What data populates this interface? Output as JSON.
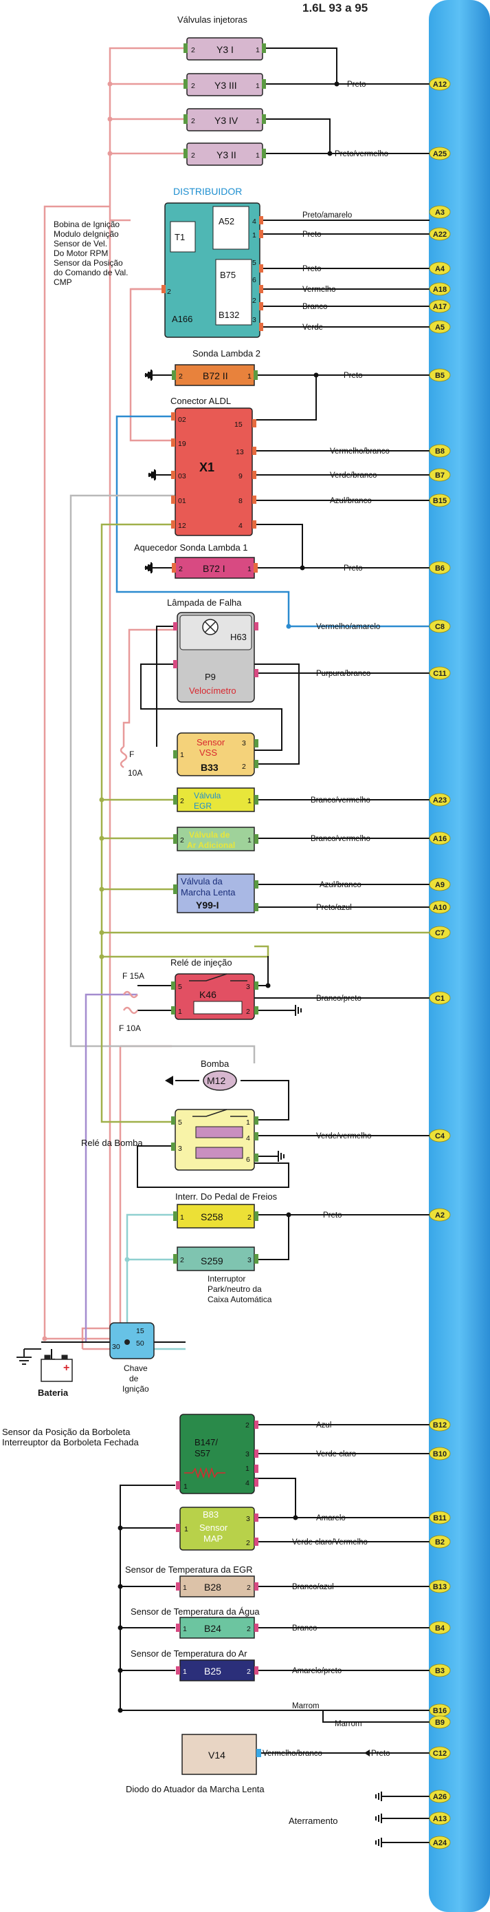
{
  "title": "1.6L 93 a 95",
  "valves": {
    "header": "Válvulas injetoras",
    "v1": "Y3 I",
    "v2": "Y3 III",
    "v3": "Y3 IV",
    "v4": "Y3 II",
    "pin_left": "2",
    "pin_right": "1",
    "wire_top": "Preto",
    "wire_bottom": "Preto/vermelho",
    "conn_top": "A12",
    "conn_bottom": "A25"
  },
  "distributor": {
    "header": "DISTRIBUIDOR",
    "side_label": [
      "Bobina de Ignição",
      "Modulo deIgnição",
      "Sensor de Vel.",
      "Do Motor RPM",
      "Sensor da Posição",
      "do Comando de Val.",
      "CMP"
    ],
    "t1": "T1",
    "a52": "A52",
    "b75": "B75",
    "b132": "B132",
    "a166": "A166",
    "p4": "4",
    "p1": "1",
    "p2": "2",
    "p5": "5",
    "p6": "6",
    "p3": "3",
    "wires": [
      "Preto/amarelo",
      "Preto",
      "Preto",
      "Vermelho",
      "Branco",
      "Verde"
    ],
    "conns": [
      "A3",
      "A22",
      "A4",
      "A18",
      "A17",
      "A5"
    ]
  },
  "lambda2": {
    "header": "Sonda Lambda 2",
    "id": "B72 II",
    "p2": "2",
    "p1": "1",
    "wire": "Preto",
    "conn": "B5"
  },
  "aldl": {
    "header": "Conector ALDL",
    "id": "X1",
    "pins_left": [
      "02",
      "19",
      "03",
      "01",
      "12"
    ],
    "pins_right": [
      "15",
      "13",
      "9",
      "8",
      "4"
    ],
    "wires": [
      "Vermelho/branco",
      "Verde/branco",
      "Azul/branco"
    ],
    "conns": [
      "B8",
      "B7",
      "B15"
    ]
  },
  "heater": {
    "header": "Aquecedor Sonda Lambda 1",
    "id": "B72 I",
    "p2": "2",
    "p1": "1",
    "wire": "Preto",
    "conn": "B6"
  },
  "lamp": {
    "header": "Lâmpada de Falha",
    "h63": "H63",
    "p9": "P9",
    "speedo": "Velocímetro",
    "wire": "Vermelho/amarelo",
    "conn": "C8"
  },
  "speedo_wire": {
    "wire": "Purpura/branco",
    "conn": "C11"
  },
  "fuse1": {
    "name": "F",
    "value": "10A"
  },
  "vss": {
    "line1": "Sensor",
    "line2": "VSS",
    "id": "B33",
    "p1": "1",
    "p3": "3",
    "p2": "2"
  },
  "egr": {
    "line1": "Válvula",
    "line2": "EGR",
    "p2": "2",
    "p1": "1",
    "wire": "Branco/vermelho",
    "conn": "A23"
  },
  "air": {
    "line1": "Válvula de",
    "line2": "Ar Adicional",
    "p2": "2",
    "p1": "1",
    "wire": "Branco/vermelho",
    "conn": "A16"
  },
  "idle": {
    "line1": "Válvula da",
    "line2": "Marcha Lenta",
    "id": "Y99-I",
    "wire1": "Azul/branco",
    "wire2": "Preto/azul",
    "conn1": "A9",
    "conn2": "A10"
  },
  "c7": "C7",
  "injrelay": {
    "header": "Relé de injeção",
    "id": "K46",
    "f1": "F 15A",
    "f2": "F 10A",
    "p5": "5",
    "p1": "1",
    "p3": "3",
    "p2": "2",
    "wire": "Branco/preto",
    "conn": "C1"
  },
  "pump": {
    "header": "Bomba",
    "id": "M12"
  },
  "pumprelay": {
    "header": "Relé da Bomba",
    "p5": "5",
    "p3": "3",
    "p1": "1",
    "p4": "4",
    "p6": "6",
    "wire": "Verde/vermelho",
    "conn": "C4"
  },
  "brake": {
    "header": "Interr. Do Pedal de Freios",
    "s258": "S258",
    "s259": "S259",
    "p1": "1",
    "p2": "2",
    "p3": "3",
    "wire": "Preto",
    "conn": "A2",
    "park": [
      "Interruptor",
      "Park/neutro da",
      "Caixa Automática"
    ]
  },
  "ignition": {
    "label": [
      "Chave",
      "de",
      "Ignição"
    ],
    "p15": "15",
    "p30": "30",
    "p50": "50"
  },
  "battery": {
    "label": "Bateria"
  },
  "tps": {
    "header1": "Sensor da Posição da Borboleta",
    "header2": "Interreuptor da Borboleta Fechada",
    "id1": "B147/",
    "id2": "S57",
    "p2": "2",
    "p3": "3",
    "p1": "1",
    "p4": "4",
    "wires": [
      "Azul",
      "Verde claro"
    ],
    "conns": [
      "B12",
      "B10"
    ]
  },
  "map": {
    "id": "B83",
    "line1": "Sensor",
    "line2": "MAP",
    "p1": "1",
    "p3": "3",
    "p2": "2",
    "wires": [
      "Amarelo",
      "Verde claro/Vermelho"
    ],
    "conns": [
      "B11",
      "B2"
    ]
  },
  "egrtemp": {
    "header": "Sensor de Temperatura da EGR",
    "id": "B28",
    "p1": "1",
    "p2": "2",
    "wire": "Branco/azul",
    "conn": "B13"
  },
  "water": {
    "header": "Sensor de Temperatura da Água",
    "id": "B24",
    "p1": "1",
    "p2": "2",
    "wire": "Branco",
    "conn": "B4"
  },
  "airtemp": {
    "header": "Sensor de Temperatura do Ar",
    "id": "B25",
    "p1": "1",
    "p2": "2",
    "wire": "Amarelo/preto",
    "conn": "B3"
  },
  "grounds": {
    "wire1": "Marrom",
    "wire2": "Marrom",
    "conn1": "B16",
    "conn2": "B9"
  },
  "diode": {
    "id": "V14",
    "label": "Diodo do Atuador da Marcha Lenta",
    "wire1": "Vermelho/branco",
    "wire2": "Preto",
    "conn": "C12"
  },
  "earth": {
    "label": "Aterramento",
    "conns": [
      "A26",
      "A13",
      "A24"
    ]
  },
  "colors": {
    "ecu": "#3aa9e6",
    "pink": "#e89a9a",
    "green": "#a0b04a",
    "gray": "#b9b9b9",
    "blue": "#2b8bd0",
    "violet": "#a48ccf",
    "teal": "#8fd0d0"
  }
}
